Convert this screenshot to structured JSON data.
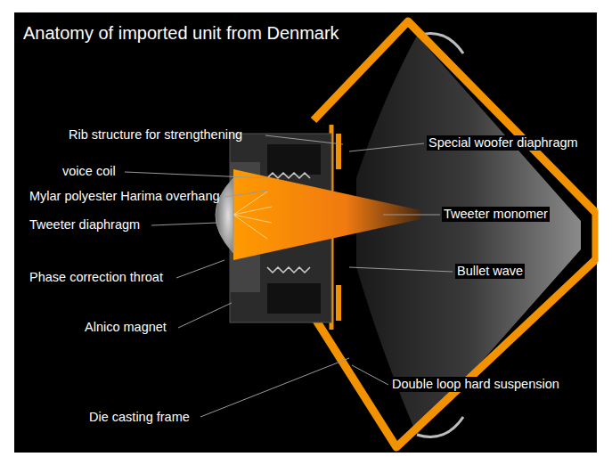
{
  "diagram": {
    "title": "Anatomy of imported unit from Denmark",
    "labels": [
      "Rib structure for strengthening",
      "voice coil",
      "Mylar polyester Harima overhang",
      "Tweeter diaphragm",
      "Phase correction throat",
      "Alnico magnet",
      "Die casting frame",
      "Special woofer diaphragm",
      "Tweeter monomer",
      "Bullet wave",
      "Double loop hard suspension"
    ]
  }
}
